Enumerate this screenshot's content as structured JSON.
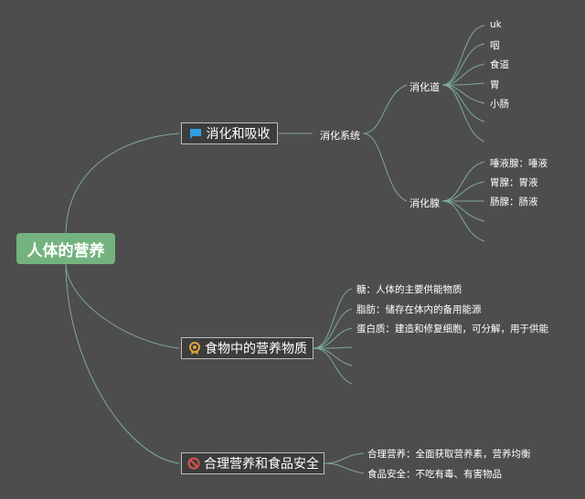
{
  "colors": {
    "background": "#4d4d4d",
    "root_fill": "#74b37f",
    "connector": "#7fa89a",
    "icon_blue": "#2f9fe0",
    "icon_gold": "#e0a43a",
    "icon_red": "#d9534f"
  },
  "root": {
    "label": "人体的营养"
  },
  "branches": [
    {
      "label": "消化和吸收",
      "icon": "flag-icon",
      "children": [
        {
          "label": "消化系统",
          "children": [
            {
              "label": "消化道",
              "leaves": [
                "uk",
                "咽",
                "食道",
                "胃",
                "小肠",
                "",
                ""
              ]
            },
            {
              "label": "消化腺",
              "leaves": [
                "唾液腺：唾液",
                "胃腺：胃液",
                "肠腺：肠液",
                "",
                ""
              ]
            }
          ]
        }
      ]
    },
    {
      "label": "食物中的营养物质",
      "icon": "medal-icon",
      "leaves": [
        "糖：人体的主要供能物质",
        "脂肪：储存在体内的备用能源",
        "蛋白质：建造和修复细胞，可分解，用于供能",
        "",
        "",
        ""
      ]
    },
    {
      "label": "合理营养和食品安全",
      "icon": "no-sign-icon",
      "leaves": [
        "合理营养：全面获取营养素，营养均衡",
        "食品安全：不吃有毒、有害物品"
      ]
    }
  ]
}
